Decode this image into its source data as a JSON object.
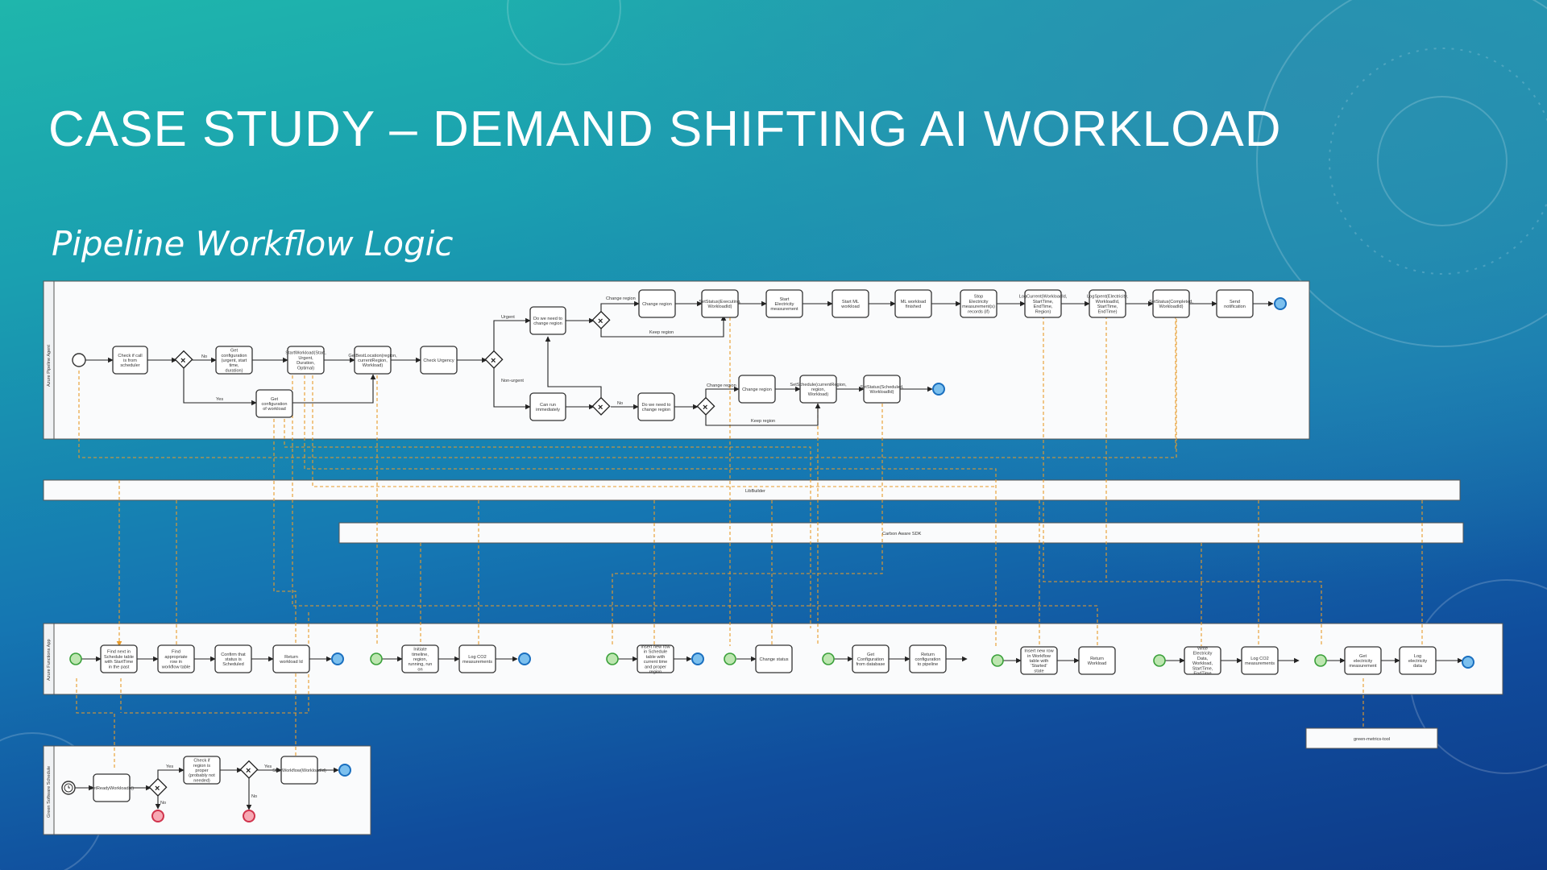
{
  "slide": {
    "title": "CASE STUDY – DEMAND SHIFTING AI WORKLOAD",
    "subtitle": "Pipeline Workflow Logic"
  },
  "colors": {
    "message_flow": "#e89b2a",
    "end_event": "#7cc0ee",
    "error_event": "#f7a9b4",
    "message_start": "#bde6b0"
  },
  "lanes": {
    "main_lane": "Azure Pipeline Agent",
    "lib_lane": "LibBuilder",
    "sdk_lane": "Carbon Aware SDK",
    "funcs_lane": "Azure Functions App",
    "sched_lane": "Green Software Schedule",
    "external": "green-metrics-tool"
  },
  "top": {
    "t1": "Check if call is from scheduler",
    "t2": "Get configuration (urgent, start time, duration)",
    "t3": "Get configuration of workload",
    "t4": "StartWorkload(Start, Urgent, Duration, Optimal)",
    "t5": "GetBestLocation(region, currentRegion, Workload)",
    "t6": "Check Urgency",
    "t7": "Do we need to change region",
    "t8": "Can run immediately",
    "t9": "Do we need to change region",
    "t10": "Change region",
    "t11": "SetStatus(Executing, WorkloadId)",
    "t12": "Start Electricity measurement",
    "t13": "Start ML workload",
    "t14": "ML workload finished",
    "t15": "Stop Electricity measurement(s) records (if)",
    "t16": "LogCurrent(WorkloadId, StartTime, EndTime, Region)",
    "t17": "LogSpent(Electricity, WorkloadId, StartTime, EndTime)",
    "t18": "SetStatus(Completed, WorkloadId)",
    "t19": "Send notification",
    "t20": "Change region",
    "t21": "SetSchedule(currentRegion, region, Workload)",
    "t22": "SetStatus(Scheduled, WorkloadId)",
    "l_no": "No",
    "l_yes": "Yes",
    "l_urgent": "Urgent",
    "l_nonurgent": "Non-urgent",
    "l_change_region": "Change region",
    "l_keep_region": "Keep region"
  },
  "funcs": {
    "f1": "Find next in Schedule table with StartTime in the past",
    "f2": "Find appropriate row in workflow table",
    "f3": "Confirm that status is Scheduled",
    "f4": "Return workload Id",
    "f5": "Initiate timeline, region, running, run on",
    "f6": "Log CO2 measurements",
    "f7": "Insert new row in Schedule table with current time and proper region",
    "f8": "Change status",
    "f9": "Get Configuration from database",
    "f10": "Return configuration to pipeline",
    "f11": "Insert new row in Workflow table with 'Started' state",
    "f12": "Return Workload",
    "f13": "Write Electricity Data, Workload, StartTime, EndTime",
    "f14": "Log CO2 measurements",
    "f15": "Get electricity measurement",
    "f16": "Log electricity data"
  },
  "sched": {
    "s1": "GetReadyWorkloads()",
    "s2": "Check if region is proper (probably not needed)",
    "s3": "StartWorkflow(WorkloadId)",
    "l_yes1": "Yes",
    "l_no1": "No",
    "l_yes2": "Yes",
    "l_no2": "No"
  }
}
